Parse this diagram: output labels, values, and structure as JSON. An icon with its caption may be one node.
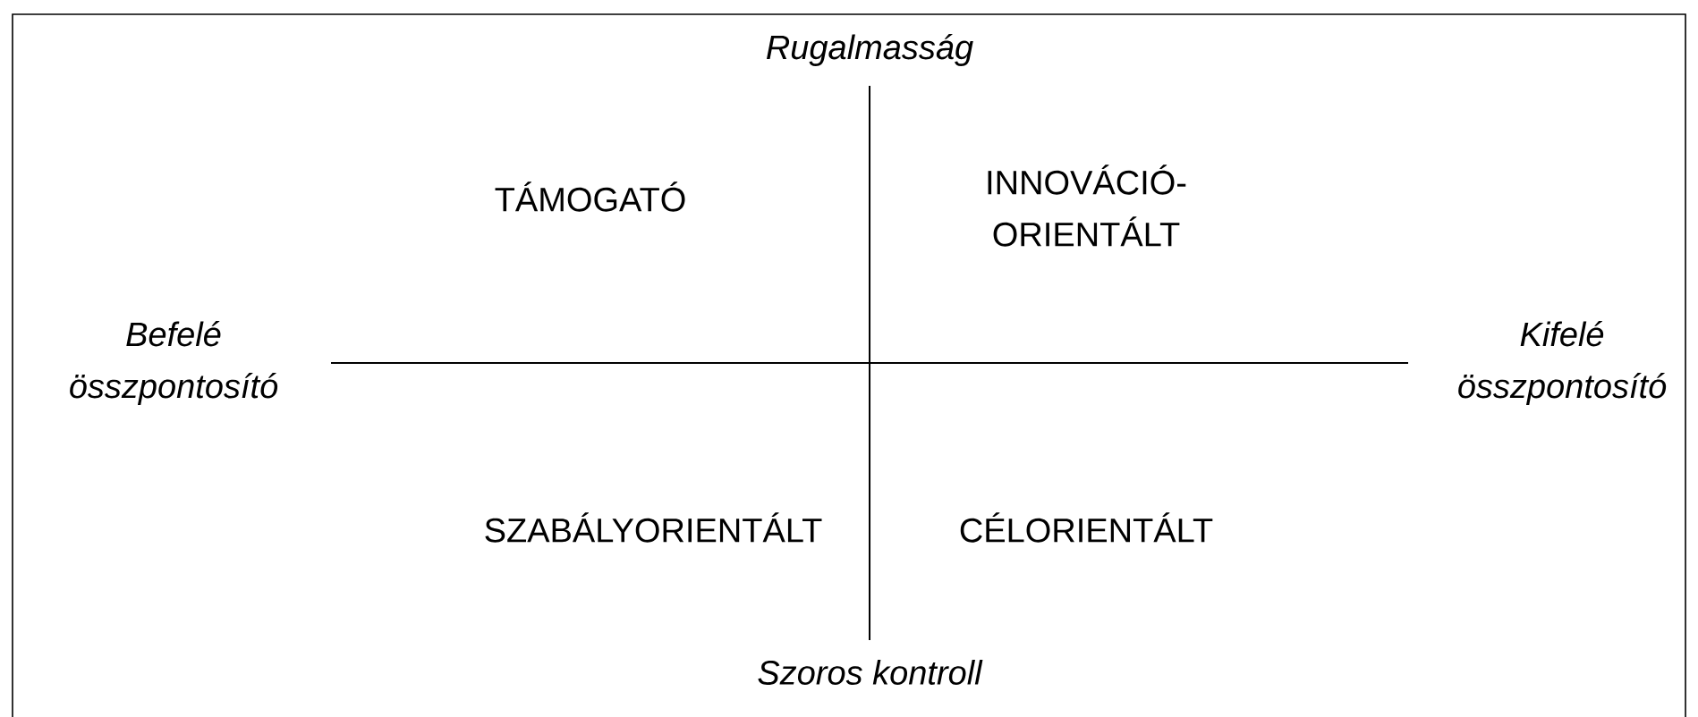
{
  "diagram": {
    "labels": [
      "Rugalmasság",
      "TÁMOGATÓ",
      "INNOVÁCIÓ-ORIENTÁLT",
      "Befelé összpontosító",
      "Kifelé összpontosító",
      "SZABÁLYORIENTÁLT",
      "CÉLORIENTÁLT",
      "Szoros kontroll"
    ]
  }
}
